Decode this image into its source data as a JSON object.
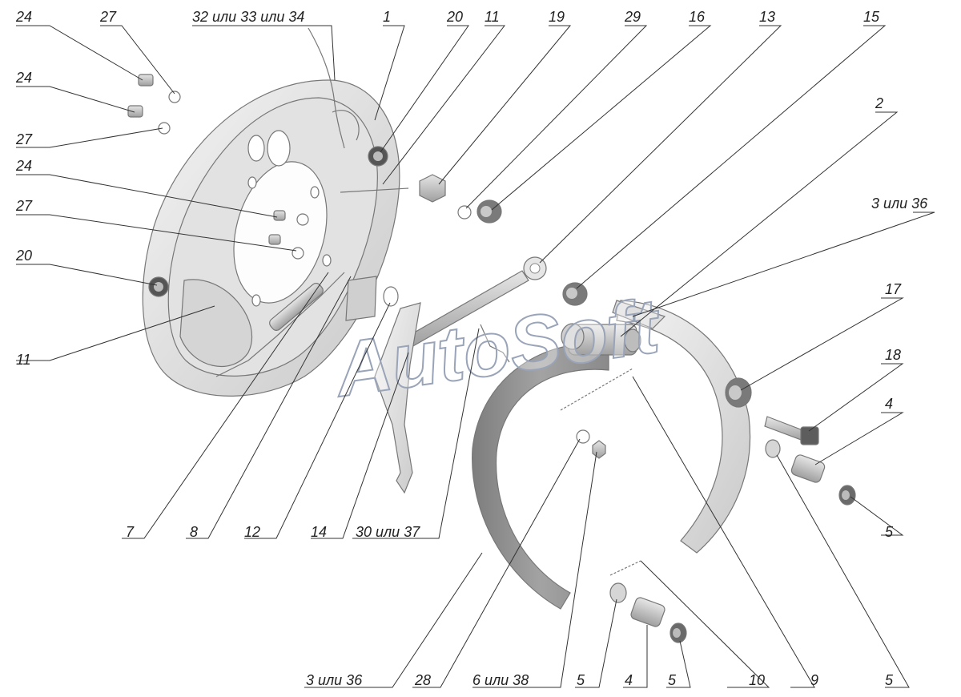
{
  "watermark": "AutoSoft",
  "labels": {
    "l24a": "24",
    "l27a": "27",
    "l32": "32 или 33 или 34",
    "l1": "1",
    "l20a": "20",
    "l11a": "11",
    "l19": "19",
    "l29": "29",
    "l16": "16",
    "l13": "13",
    "l15": "15",
    "l24b": "24",
    "l27b": "27",
    "l24c": "24",
    "l27c": "27",
    "l2": "2",
    "l3a": "3 или 36",
    "l20b": "20",
    "l11b": "11",
    "l17": "17",
    "l18": "18",
    "l4a": "4",
    "l5a": "5",
    "l7": "7",
    "l8": "8",
    "l12": "12",
    "l14": "14",
    "l30": "30 или 37",
    "l3b": "3 или 36",
    "l28": "28",
    "l6": "6 или 38",
    "l5b": "5",
    "l4b": "4",
    "l5c": "5",
    "l10": "10",
    "l9": "9",
    "l5d": "5"
  }
}
